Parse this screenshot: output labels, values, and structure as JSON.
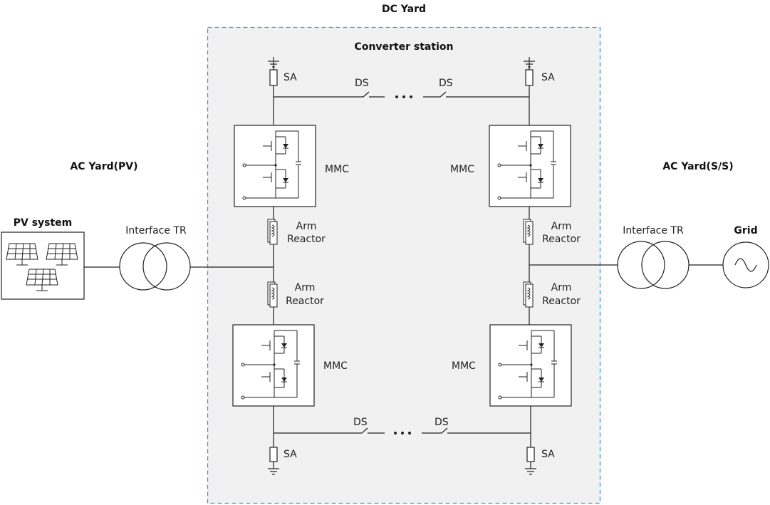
{
  "labels": {
    "dc_yard": "DC Yard",
    "converter_station": "Converter station",
    "ac_yard_pv": "AC Yard(PV)",
    "ac_yard_ss": "AC Yard(S/S)",
    "pv_system": "PV system",
    "interface_tr_left": "Interface TR",
    "interface_tr_right": "Interface TR",
    "grid": "Grid",
    "sa_tl": "SA",
    "sa_tr": "SA",
    "sa_bl": "SA",
    "sa_br": "SA",
    "ds_top_left": "DS",
    "ds_top_right": "DS",
    "ds_bottom_left": "DS",
    "ds_bottom_right": "DS",
    "mmc_tl": "MMC",
    "mmc_tr": "MMC",
    "mmc_bl": "MMC",
    "mmc_br": "MMC",
    "arm_tl_1": "Arm",
    "arm_tl_2": "Reactor",
    "arm_bl_1": "Arm",
    "arm_bl_2": "Reactor",
    "arm_tr_1": "Arm",
    "arm_tr_2": "Reactor",
    "arm_br_1": "Arm",
    "arm_br_2": "Reactor"
  },
  "colors": {
    "dc_yard_border": "#2aa7c9",
    "dc_yard_fill": "#f1f1f1",
    "line": "#222222"
  },
  "icons": {
    "mmc": "igbt-submodule-icon",
    "reactor": "inductor-coil-icon",
    "transformer": "two-winding-transformer-icon",
    "grid": "ac-source-icon",
    "pv": "solar-panel-icon",
    "ground": "ground-icon",
    "surge_arrester": "surge-arrester-icon",
    "disconnector": "disconnector-switch-icon"
  }
}
